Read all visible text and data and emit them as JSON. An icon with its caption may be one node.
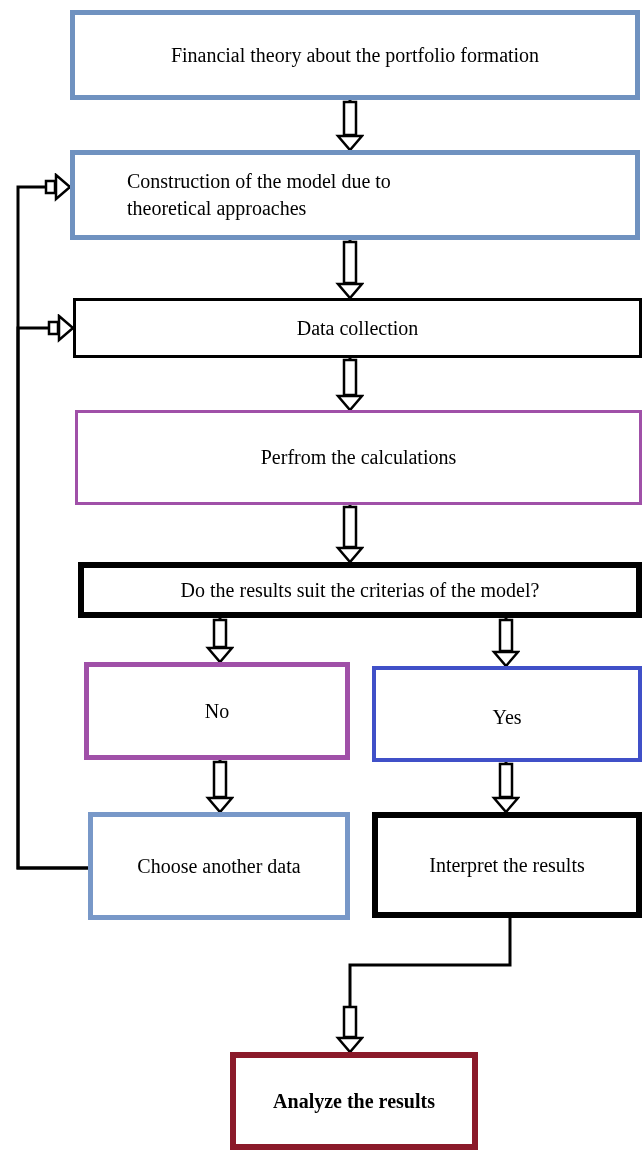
{
  "diagram": {
    "nodes": [
      {
        "text": [
          "Financial theory about the portfolio formation"
        ]
      },
      {
        "text": [
          "Construction of the model due to theoretical approaches"
        ]
      },
      {
        "text": [
          "Data collection"
        ]
      },
      {
        "text": [
          "Perfrom the calculations"
        ]
      },
      {
        "text": [
          "Do the results suit the criterias of the model?"
        ]
      },
      {
        "text": [
          "No"
        ]
      },
      {
        "text": [
          "Yes"
        ]
      },
      {
        "text": [
          "Choose another data"
        ]
      },
      {
        "text": [
          "Interpret the results"
        ]
      },
      {
        "text": [
          "Analyze the results"
        ]
      }
    ],
    "edges": [
      {
        "from": 0,
        "to": 1,
        "arrow": "to"
      },
      {
        "from": 1,
        "to": 2,
        "arrow": "to"
      },
      {
        "from": 2,
        "to": 3,
        "arrow": "to"
      },
      {
        "from": 3,
        "to": 4,
        "arrow": "to"
      },
      {
        "from": 4,
        "to": 5,
        "arrow": "to"
      },
      {
        "from": 4,
        "to": 6,
        "arrow": "to"
      },
      {
        "from": 5,
        "to": 7,
        "arrow": "to"
      },
      {
        "from": 6,
        "to": 8,
        "arrow": "to"
      },
      {
        "from": 7,
        "to": 1,
        "arrow": "to"
      },
      {
        "from": 7,
        "to": 2,
        "arrow": "to"
      },
      {
        "from": 8,
        "to": 9,
        "arrow": "to"
      }
    ]
  }
}
